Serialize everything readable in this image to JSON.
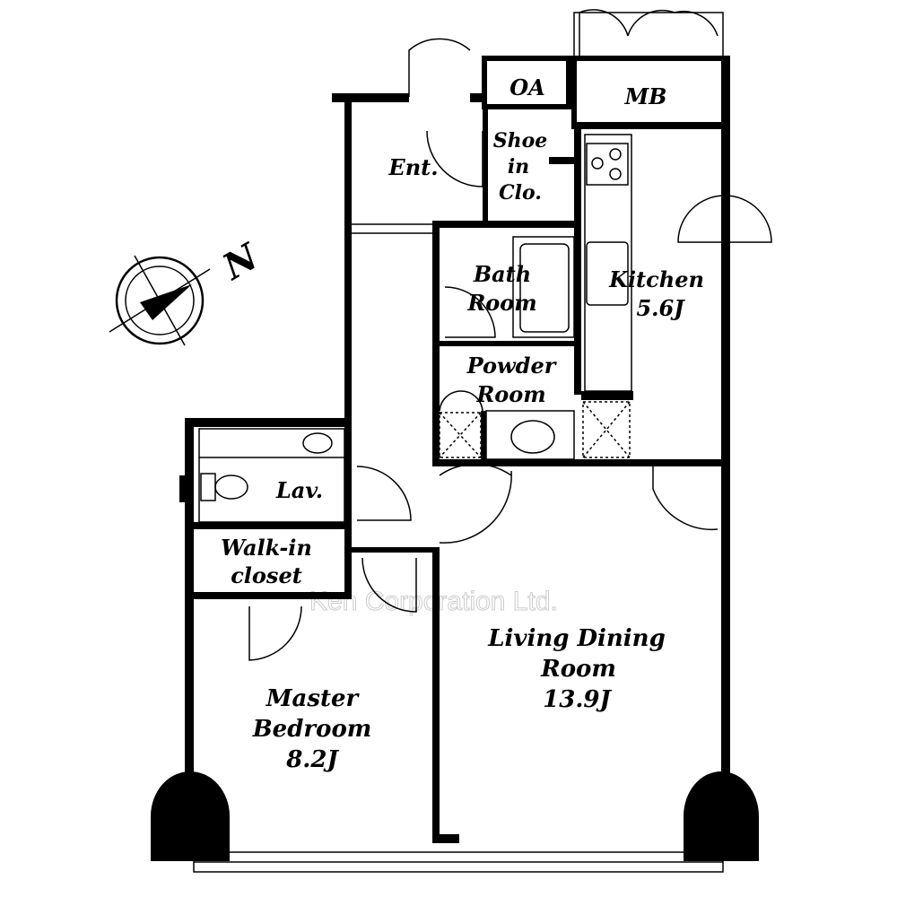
{
  "watermark": "Ken Corporation Ltd.",
  "compass": {
    "label": "N"
  },
  "rooms": {
    "oa": "OA",
    "mb": "MB",
    "entrance": "Ent.",
    "shoe_1": "Shoe",
    "shoe_2": "in",
    "shoe_3": "Clo.",
    "bath_1": "Bath",
    "bath_2": "Room",
    "kitchen_1": "Kitchen",
    "kitchen_2": "5.6J",
    "powder_1": "Powder",
    "powder_2": "Room",
    "lav": "Lav.",
    "walkin_1": "Walk-in",
    "walkin_2": "closet",
    "living_1": "Living Dining",
    "living_2": "Room",
    "living_3": "13.9J",
    "master_1": "Master",
    "master_2": "Bedroom",
    "master_3": "8.2J"
  }
}
